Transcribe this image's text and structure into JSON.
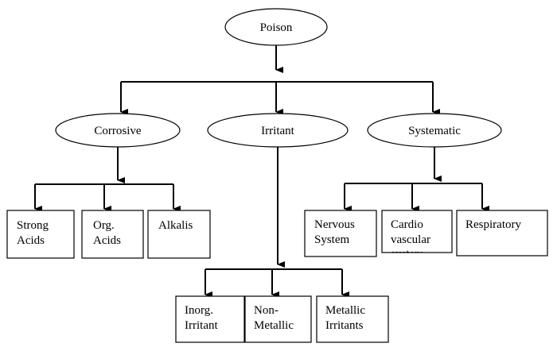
{
  "root": {
    "label": "Poison"
  },
  "categories": [
    {
      "label": "Corrosive",
      "children": [
        [
          "Strong",
          "Acids"
        ],
        [
          "Org.",
          "Acids"
        ],
        [
          "Alkalis"
        ]
      ]
    },
    {
      "label": "Irritant",
      "children": [
        [
          "Inorg.",
          "Irritant"
        ],
        [
          "Non-",
          "Metallic"
        ],
        [
          "Metallic",
          "Irritants"
        ]
      ]
    },
    {
      "label": "Systematic",
      "children": [
        [
          "Nervous",
          "System"
        ],
        [
          "Cardio",
          "vascular",
          "system"
        ],
        [
          "Respiratory"
        ]
      ]
    }
  ],
  "colors": {
    "line": "#000000",
    "fill": "#ffffff"
  }
}
